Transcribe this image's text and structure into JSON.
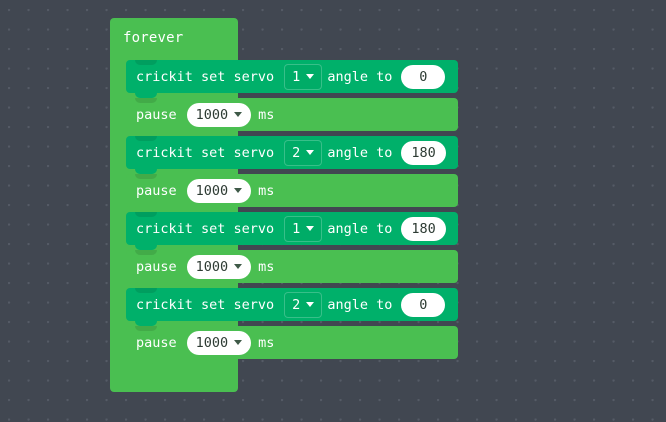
{
  "workspace": {
    "background_color": "#414751",
    "grid_dot_color": "#555b66"
  },
  "program": {
    "container": {
      "label": "forever",
      "color": "#4ABF51"
    },
    "blocks": [
      {
        "kind": "servo",
        "color": "#00B06A",
        "text_before": "crickit set servo",
        "dropdown_value": "1",
        "text_middle": "angle to",
        "value": "0"
      },
      {
        "kind": "pause",
        "color": "#4ABF51",
        "text_before": "pause",
        "dropdown_value": "1000",
        "text_after": "ms"
      },
      {
        "kind": "servo",
        "color": "#00B06A",
        "text_before": "crickit set servo",
        "dropdown_value": "2",
        "text_middle": "angle to",
        "value": "180"
      },
      {
        "kind": "pause",
        "color": "#4ABF51",
        "text_before": "pause",
        "dropdown_value": "1000",
        "text_after": "ms"
      },
      {
        "kind": "servo",
        "color": "#00B06A",
        "text_before": "crickit set servo",
        "dropdown_value": "1",
        "text_middle": "angle to",
        "value": "180"
      },
      {
        "kind": "pause",
        "color": "#4ABF51",
        "text_before": "pause",
        "dropdown_value": "1000",
        "text_after": "ms"
      },
      {
        "kind": "servo",
        "color": "#00B06A",
        "text_before": "crickit set servo",
        "dropdown_value": "2",
        "text_middle": "angle to",
        "value": "0"
      },
      {
        "kind": "pause",
        "color": "#4ABF51",
        "text_before": "pause",
        "dropdown_value": "1000",
        "text_after": "ms"
      }
    ]
  }
}
